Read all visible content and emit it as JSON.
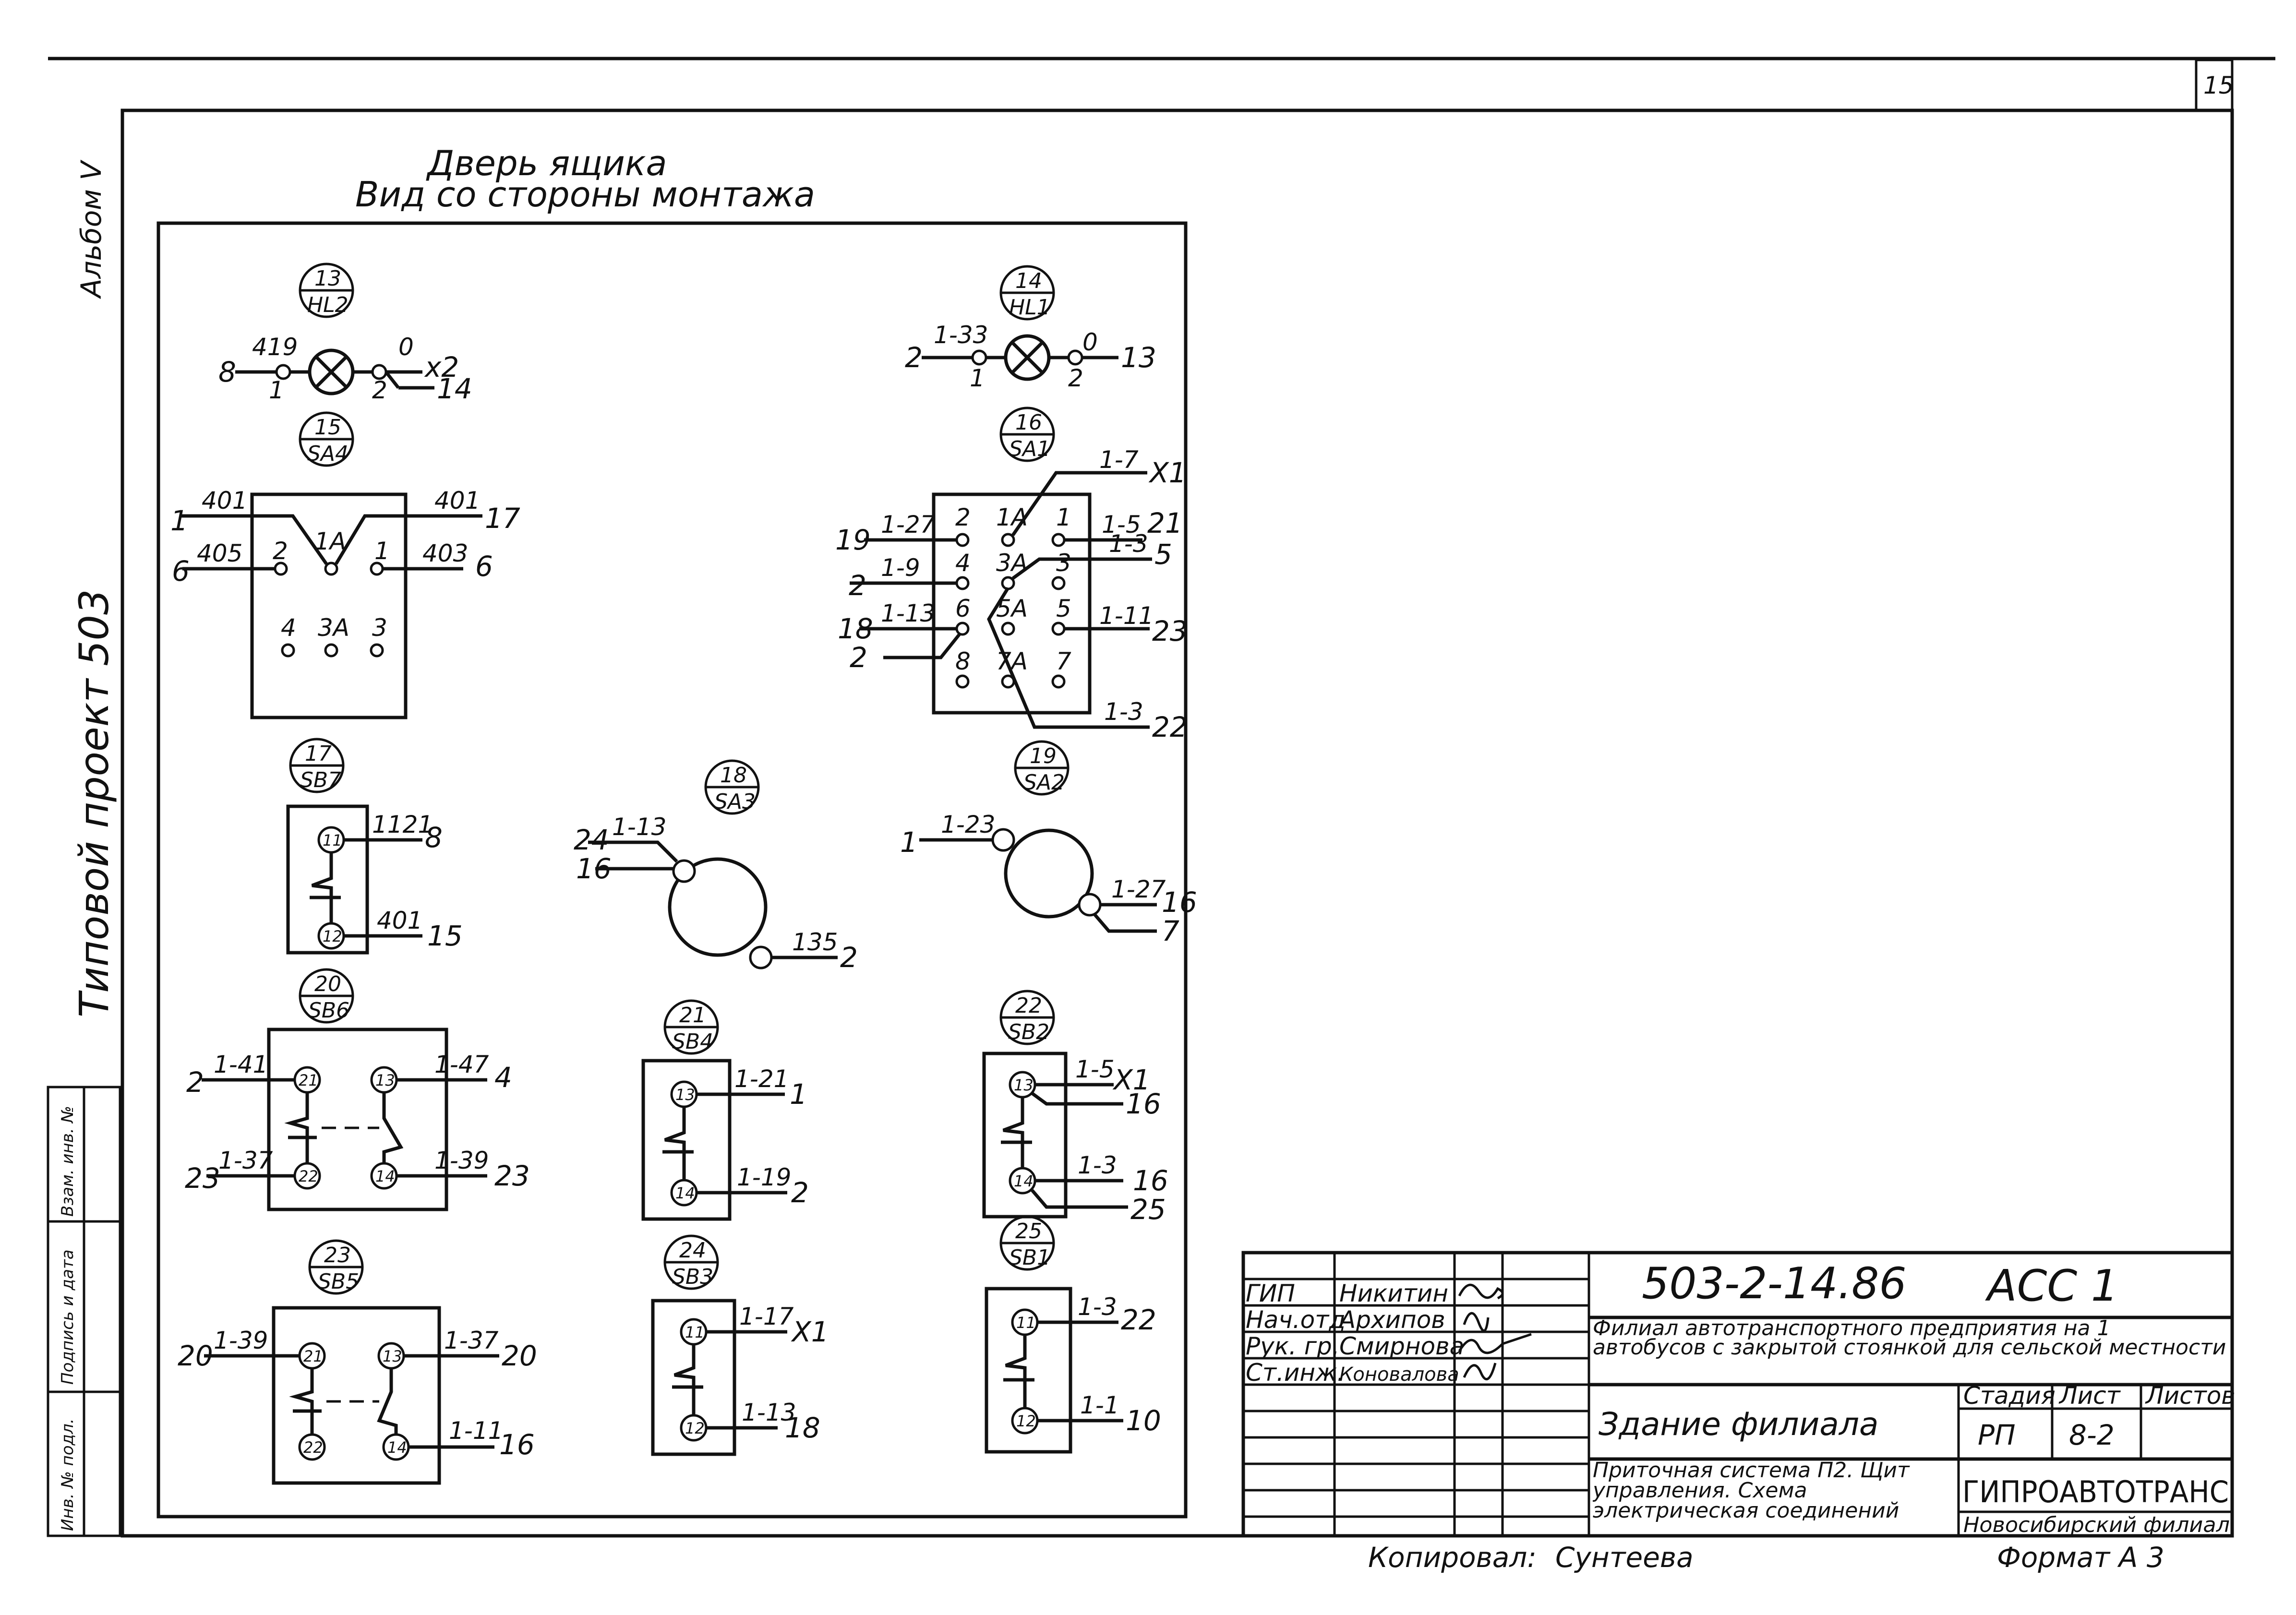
{
  "page_number": "15",
  "side_labels": {
    "album": "Альбом V",
    "project": "Типовой проект 503"
  },
  "side_stamp": [
    "Инв. № подл.",
    "Подпись и дата",
    "Взам. инв. №"
  ],
  "title": {
    "line1": "Дверь ящика",
    "line2": "Вид со стороны монтажа"
  },
  "components": {
    "hl2": {
      "num": "13",
      "code": "HL2",
      "l_out": "8",
      "l_wire": "419",
      "l_pin": "1",
      "r_wire": "0",
      "r_pin": "2",
      "r_out1": "x2",
      "r_out2": "14"
    },
    "hl1": {
      "num": "14",
      "code": "HL1",
      "l_out": "2",
      "l_wire": "1-33",
      "l_pin": "1",
      "r_wire": "0",
      "r_pin": "2",
      "r_out": "13"
    },
    "sa4": {
      "num": "15",
      "code": "SA4",
      "pins": [
        "2",
        "1A",
        "1",
        "4",
        "3A",
        "3"
      ],
      "wires": {
        "w401a": "401",
        "o1": "1",
        "w401b": "401",
        "o17": "17",
        "w405": "405",
        "o6a": "6",
        "w403": "403",
        "o6b": "6"
      }
    },
    "sa1": {
      "num": "16",
      "code": "SA1",
      "pins": [
        "2",
        "1A",
        "1",
        "4",
        "3A",
        "3",
        "6",
        "5A",
        "5",
        "8",
        "7A",
        "7"
      ],
      "wires": {
        "w17": "1-7",
        "ox1": "X1",
        "w127": "1-27",
        "o19": "19",
        "w15": "1-5",
        "o21": "21",
        "w19": "1-9",
        "o2a": "2",
        "w13a": "1-3",
        "o5": "5",
        "w113": "1-13",
        "o18": "18",
        "o2b": "2",
        "w111": "1-11",
        "o23": "23",
        "w13b": "1-3",
        "o22": "22"
      }
    },
    "sb7": {
      "num": "17",
      "code": "SB7",
      "p1": "11",
      "p2": "12",
      "w1": "1121",
      "o1": "8",
      "w2": "401",
      "o2": "15"
    },
    "sa3": {
      "num": "18",
      "code": "SA3",
      "w1": "1-13",
      "o1": "24",
      "o2": "16",
      "w3": "135",
      "o3": "2"
    },
    "sa2": {
      "num": "19",
      "code": "SA2",
      "w1": "1-23",
      "o1": "1",
      "w2": "1-27",
      "o2": "16",
      "o3": "7"
    },
    "sb6": {
      "num": "20",
      "code": "SB6",
      "pins": [
        "21",
        "13",
        "22",
        "14"
      ],
      "wires": {
        "wa": "1-41",
        "oa": "2",
        "wb": "1-47",
        "ob": "4",
        "wc": "1-37",
        "oc": "23",
        "wd": "1-39",
        "od": "23"
      }
    },
    "sb4": {
      "num": "21",
      "code": "SB4",
      "p1": "13",
      "p2": "14",
      "w1": "1-21",
      "o1": "1",
      "w2": "1-19",
      "o2": "2"
    },
    "sb2": {
      "num": "22",
      "code": "SB2",
      "p1": "13",
      "p2": "14",
      "w1": "1-5",
      "o1": "X1",
      "o1b": "16",
      "w2": "1-3",
      "o2": "16",
      "o2b": "25"
    },
    "sb5": {
      "num": "23",
      "code": "SB5",
      "pins": [
        "21",
        "13",
        "22",
        "14"
      ],
      "wires": {
        "wa": "1-39",
        "oa": "20",
        "wb": "1-37",
        "ob": "20",
        "wd": "1-11",
        "od": "16"
      }
    },
    "sb3": {
      "num": "24",
      "code": "SB3",
      "p1": "11",
      "p2": "12",
      "w1": "1-17",
      "o1": "X1",
      "w2": "1-13",
      "o2": "18"
    },
    "sb1": {
      "num": "25",
      "code": "SB1",
      "p1": "11",
      "p2": "12",
      "w1": "1-3",
      "o1": "22",
      "w2": "1-1",
      "o2": "10"
    }
  },
  "title_block": {
    "code": "503-2-14.86",
    "doc": "АСС 1",
    "roles": [
      "ГИП",
      "Нач.отд",
      "Рук. гр.",
      "Ст.инж."
    ],
    "names": [
      "Никитин",
      "Архипов",
      "Смирнова",
      "Коновалова"
    ],
    "project": "Филиал автотранспортного предприятия на 1 автобусов с закрытой стоянкой для сельской местности",
    "building": "Здание филиала",
    "stage_hdr": "Стадия",
    "sheet_hdr": "Лист",
    "sheets_hdr": "Листов",
    "stage": "РП",
    "sheet": "8-2",
    "sheets": "",
    "description": "Приточная система П2. Щит управления. Схема электрическая соединений",
    "org": "ГИПРОАВТОТРАНС",
    "branch": "Новосибирский филиал"
  },
  "footer": {
    "copied_label": "Копировал:",
    "copied_name": "Сунтеева",
    "format": "Формат А 3"
  }
}
